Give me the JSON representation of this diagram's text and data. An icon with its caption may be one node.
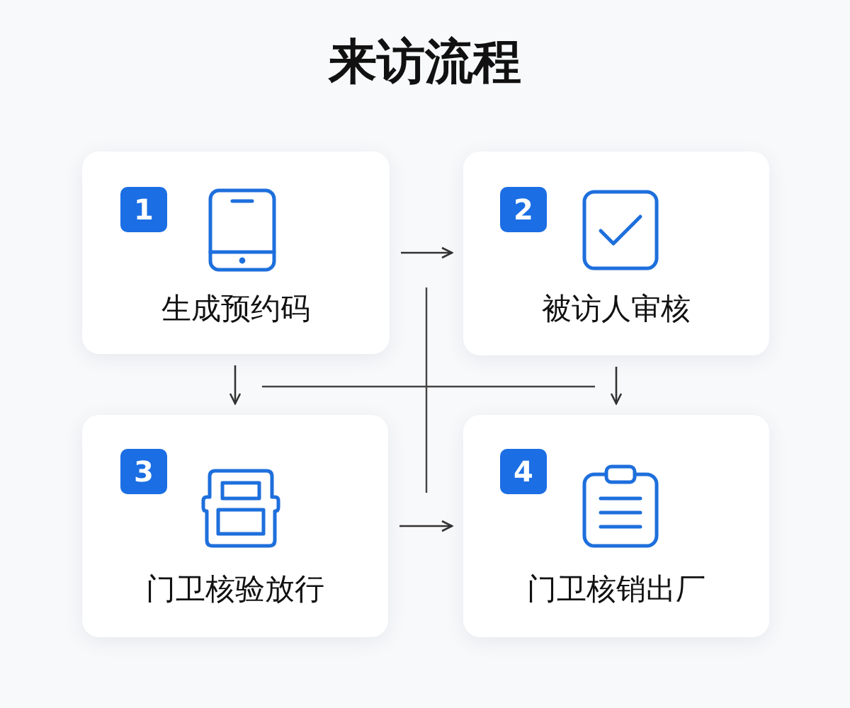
{
  "diagram": {
    "title": "来访流程",
    "nodes": [
      {
        "text": [
          "生成预约码"
        ]
      },
      {
        "text": [
          "1"
        ],
        "in": 0
      },
      {
        "text": [
          "被访人审核"
        ]
      },
      {
        "text": [
          "2"
        ],
        "in": 2
      },
      {
        "text": [
          "门卫核验放行"
        ]
      },
      {
        "text": [
          "3"
        ],
        "in": 4
      },
      {
        "text": [
          "门卫核销出厂"
        ]
      },
      {
        "text": [
          "4"
        ],
        "in": 6
      }
    ],
    "edges": [
      {
        "from": 0,
        "to": 2,
        "arrow": "to"
      },
      {
        "from": 0,
        "to": 4,
        "arrow": "to"
      },
      {
        "from": 2,
        "to": 6,
        "arrow": "to"
      },
      {
        "from": 4,
        "to": 6,
        "arrow": "to"
      }
    ]
  }
}
